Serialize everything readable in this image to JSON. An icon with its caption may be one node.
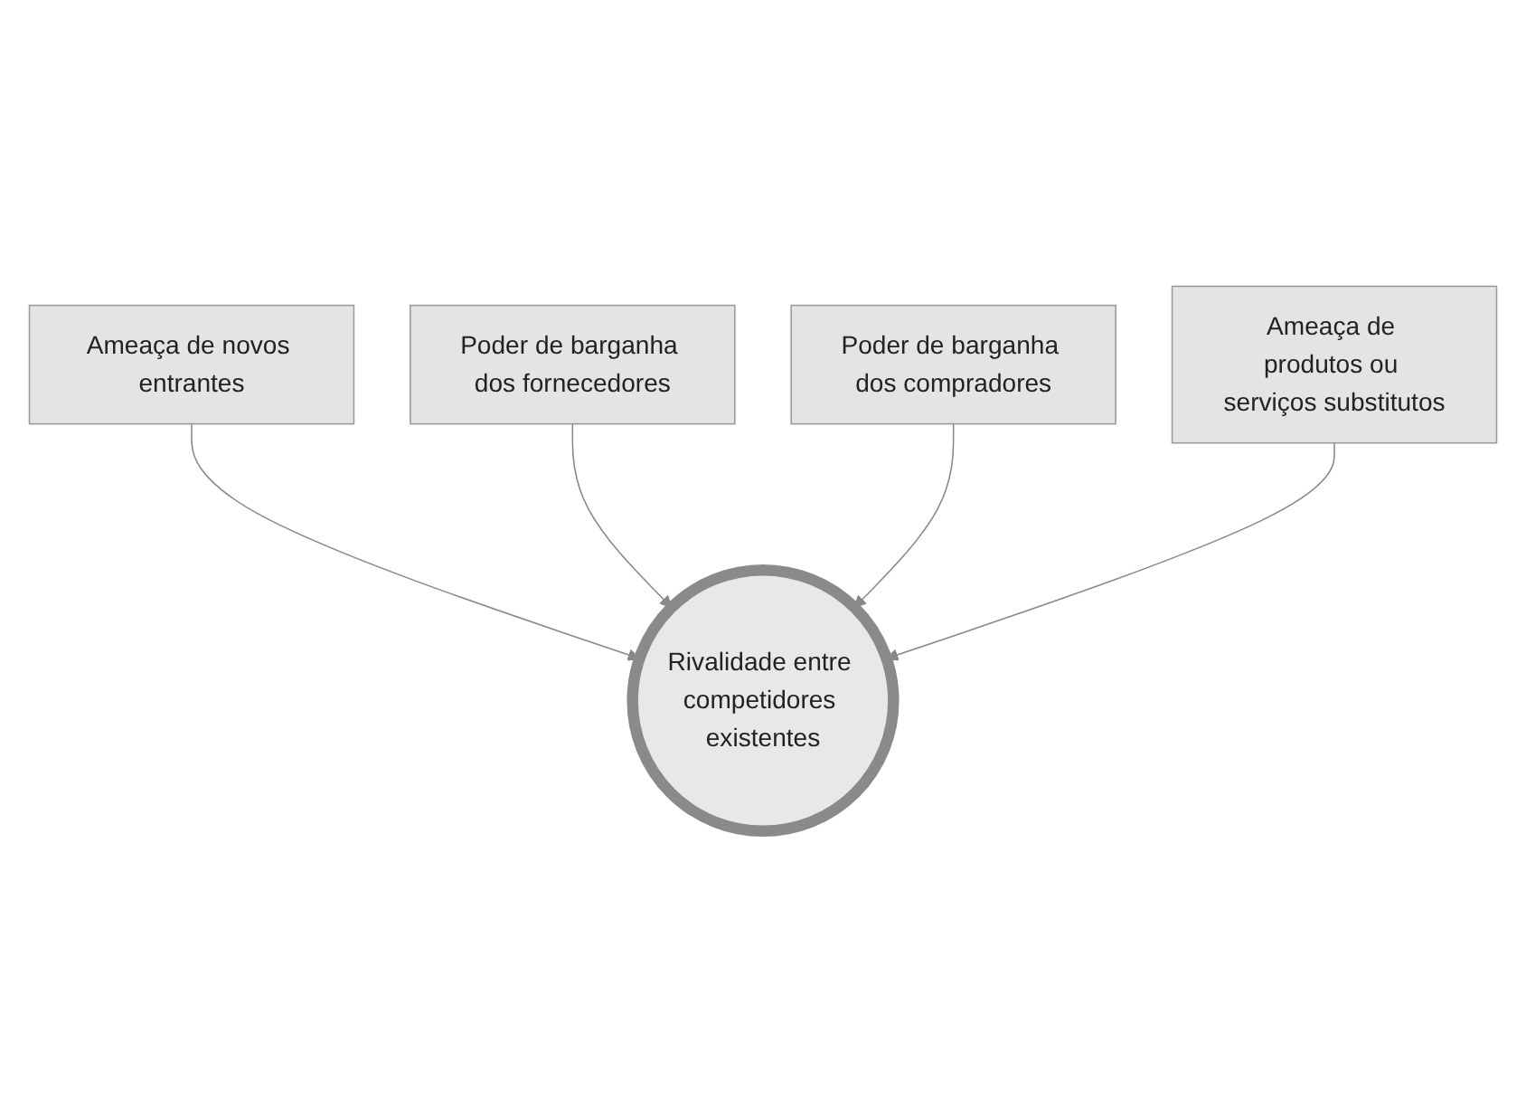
{
  "diagram": {
    "nodes": [
      {
        "text": [
          "Ameaça de novos entrantes"
        ]
      },
      {
        "text": [
          "Poder de barganha dos fornecedores"
        ]
      },
      {
        "text": [
          "Rivalidade entre competidores existentes"
        ]
      },
      {
        "text": [
          "Poder de barganha dos compradores"
        ]
      },
      {
        "text": [
          "Ameaça de produtos ou serviços substitutos"
        ]
      }
    ],
    "edges": [
      {
        "from": 0,
        "to": 2,
        "arrow": "to"
      },
      {
        "from": 1,
        "to": 2,
        "arrow": "to"
      },
      {
        "from": 3,
        "to": 2,
        "arrow": "to"
      },
      {
        "from": 4,
        "to": 2,
        "arrow": "to"
      }
    ]
  }
}
